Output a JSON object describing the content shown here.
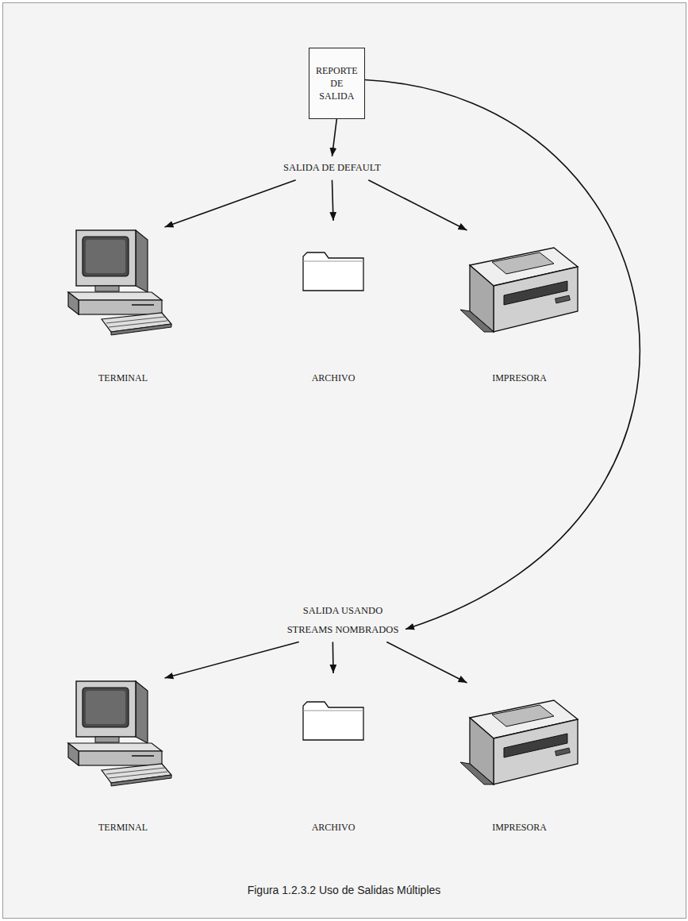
{
  "diagram": {
    "caption": "Figura 1.2.3.2 Uso de Salidas Múltiples",
    "nodes": [
      {
        "text": [
          "REPORTE DE SALIDA"
        ]
      },
      {
        "text": [
          "SALIDA DE DEFAULT"
        ]
      },
      {
        "text": [
          "TERMINAL"
        ]
      },
      {
        "text": [
          "ARCHIVO"
        ]
      },
      {
        "text": [
          "IMPRESORA"
        ]
      },
      {
        "text": [
          "SALIDA USANDO STREAMS NOMBRADOS"
        ]
      },
      {
        "text": [
          "TERMINAL"
        ]
      },
      {
        "text": [
          "ARCHIVO"
        ]
      },
      {
        "text": [
          "IMPRESORA"
        ]
      }
    ],
    "edges": [
      {
        "from": 0,
        "to": 1,
        "arrow": "to"
      },
      {
        "from": 1,
        "to": 2,
        "arrow": "to"
      },
      {
        "from": 1,
        "to": 3,
        "arrow": "to"
      },
      {
        "from": 1,
        "to": 4,
        "arrow": "to"
      },
      {
        "from": 0,
        "to": 5,
        "arrow": "to"
      },
      {
        "from": 5,
        "to": 6,
        "arrow": "to"
      },
      {
        "from": 5,
        "to": 7,
        "arrow": "to"
      },
      {
        "from": 5,
        "to": 8,
        "arrow": "to"
      }
    ]
  }
}
